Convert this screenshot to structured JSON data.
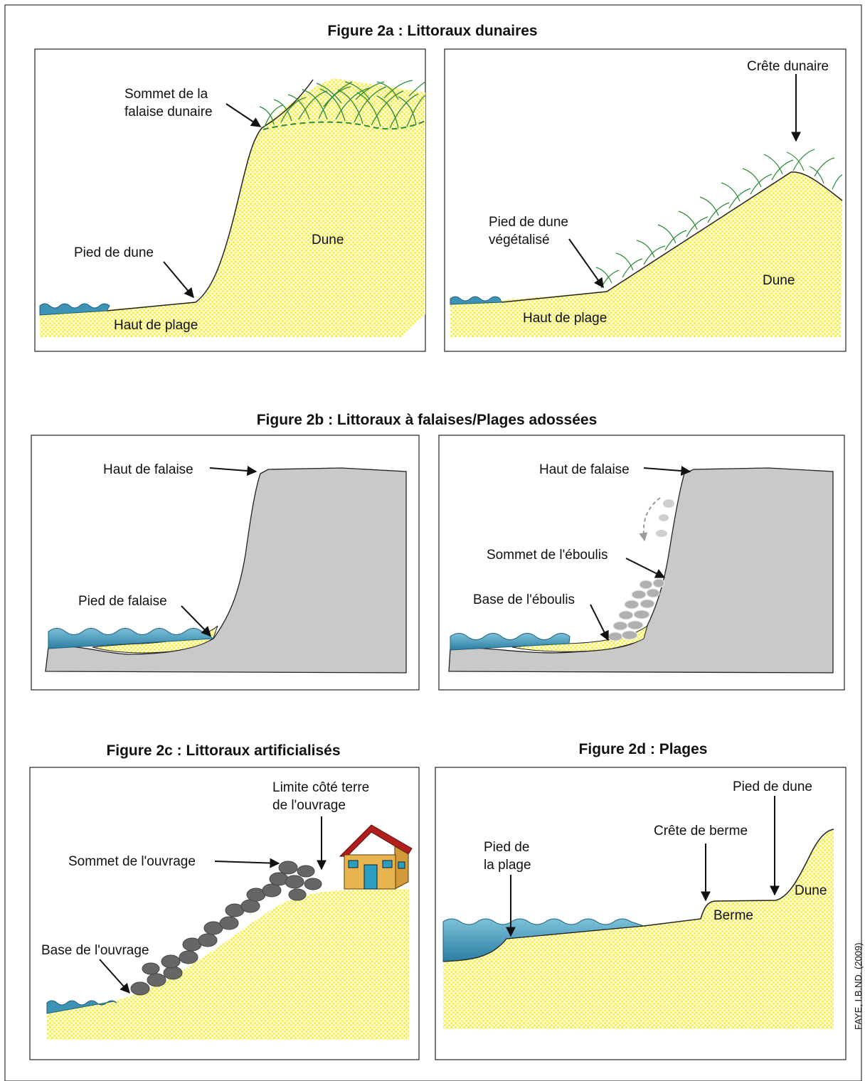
{
  "figure_2a": {
    "title": "Figure 2a : Littoraux dunaires",
    "left": {
      "summit_line1": "Sommet de la",
      "summit_line2": "falaise dunaire",
      "pied": "Pied de dune",
      "dune": "Dune",
      "haut": "Haut de plage"
    },
    "right": {
      "crest": "Crête dunaire",
      "pied_line1": "Pied de dune",
      "pied_line2": "végétalisé",
      "dune": "Dune",
      "haut": "Haut de plage"
    }
  },
  "figure_2b": {
    "title": "Figure 2b : Littoraux à falaises/Plages adossées",
    "left": {
      "haut": "Haut de falaise",
      "pied": "Pied de falaise"
    },
    "right": {
      "haut": "Haut de falaise",
      "sommet": "Sommet de l'éboulis",
      "base": "Base de l'éboulis"
    }
  },
  "figure_2c": {
    "title": "Figure 2c : Littoraux artificialisés",
    "limite_line1": "Limite côté terre",
    "limite_line2": "de l'ouvrage",
    "sommet": "Sommet de l'ouvrage",
    "base": "Base de l'ouvrage"
  },
  "figure_2d": {
    "title": "Figure 2d : Plages",
    "pied_dune": "Pied de dune",
    "crete_berme": "Crête de berme",
    "pied_plage_line1": "Pied de",
    "pied_plage_line2": "la plage",
    "dune": "Dune",
    "berme": "Berme"
  },
  "credit": "FAYE, I.B.ND. (2009)",
  "colors": {
    "sand_dot": "#f2ea1a",
    "sand_base": "#fdfbd6",
    "water": "#3d93b5",
    "rock": "#c9c9c9",
    "grass": "#2e8b3a",
    "boulder": "#666666",
    "house_wall": "#e8b450",
    "house_roof": "#b01e1e"
  }
}
